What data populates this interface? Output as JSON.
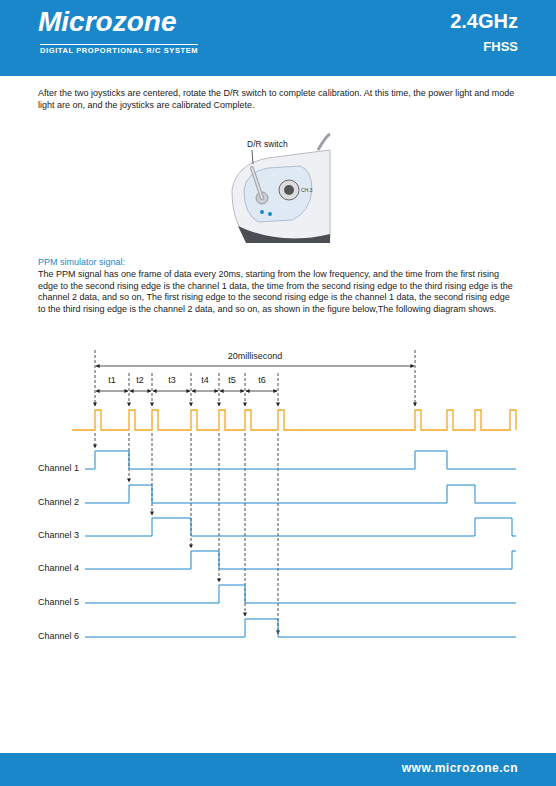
{
  "diagram": {
    "nodes": [
      {
        "text": [
          "Microzone",
          "DIGITAL PROPORTIONAL R/C SYSTEM",
          "2.4GHz",
          "FHSS"
        ]
      },
      {
        "text": [
          "www.microzone.cn"
        ]
      }
    ],
    "labels": [
      "After the two joysticks are centered, rotate the D/R switch to complete calibration. At this time, the power light and mode light are on, and the joysticks are calibrated Complete.",
      "D/R switch",
      "CH.3",
      "PPM simulator signal:",
      "The PPM signal has one frame of data every 20ms, starting from the low frequency, and the time from the first rising edge to the second rising edge is the channel 1 data, the time from the second rising edge to the third rising edge is the channel 2 data, and so on, The first rising edge to the second rising edge is the channel 1 data, the second rising edge to the third rising edge is the channel 2 data, and so on, as shown in the figure below,The following diagram shows.",
      "20millisecond",
      "t1",
      "t2",
      "t3",
      "t4",
      "t5",
      "t6",
      "Channel 1",
      "Channel 2",
      "Channel 3",
      "Channel 4",
      "Channel 5",
      "Channel 6"
    ]
  }
}
